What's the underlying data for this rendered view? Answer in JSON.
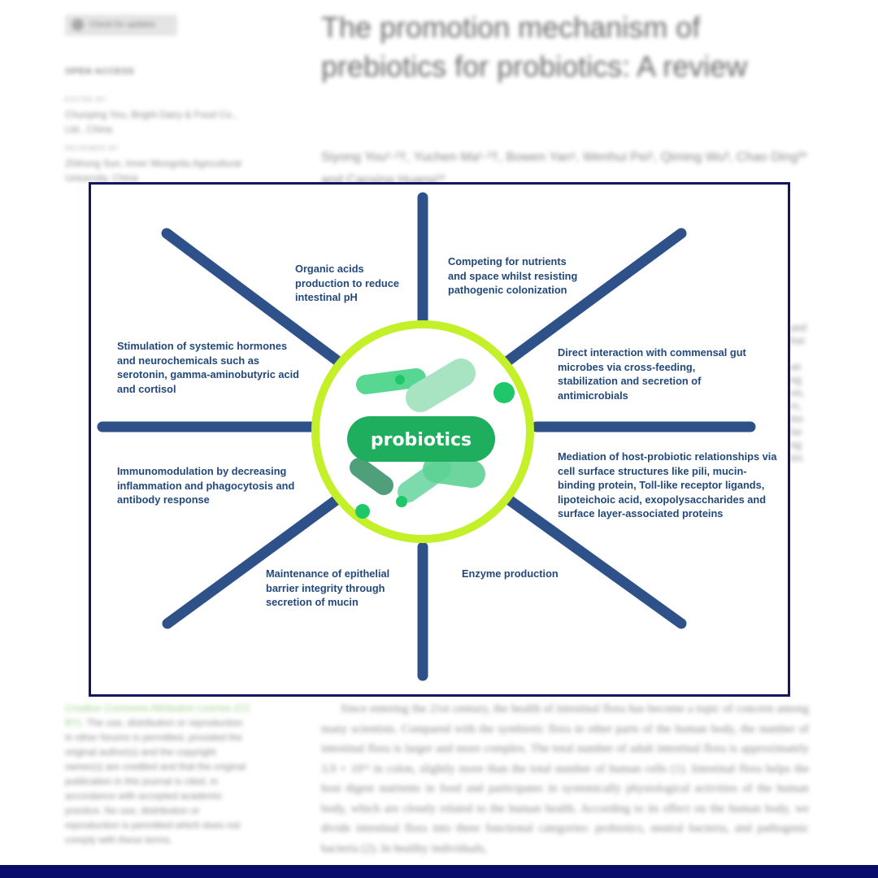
{
  "article": {
    "badge": "Check for updates",
    "open_access": "OPEN ACCESS",
    "title": "The promotion mechanism of prebiotics for probiotics: A review",
    "authors": "Siyong You¹·²†, Yuchen Ma¹·²†, Bowen Yan¹, Wenhui Pei¹, Qiming Wu³, Chao Ding³* and Caoxing Huang¹*",
    "edited_by_label": "EDITED BY",
    "edited_by": "Chunping You, Bright Dairy & Food Co., Ltd., China",
    "reviewed_by_label": "REVIEWED BY",
    "reviewed_by": "Zhihong Sun, Inner Mongolia Agricultural University, China",
    "license_link": "Creative Commons Attribution License (CC BY).",
    "license_text": "The use, distribution or reproduction in other forums is permitted, provided the original author(s) and the copyright owner(s) are credited and that the original publication in this journal is cited, in accordance with accepted academic practice. No use, distribution or reproduction is permitted which does not comply with these terms.",
    "body_text": "Since entering the 21st century, the health of intestinal flora has become a topic of concern among many scientists. Compared with the symbiotic flora in other parts of the human body, the number of intestinal flora is larger and more complex. The total number of adult intestinal flora is approximately 3.9 × 10¹³ in colon, slightly more than the total number of human cells (1). Intestinal flora helps the host digest nutrients in food and participates in systemically physiological activities of the human body, which are closely related to the human health. According to its effect on the human body, we divide intestinal flora into three functional categories: probiotics, neutral bacteria, and pathogenic bacteria (2). In healthy individuals,"
  },
  "figure": {
    "center_label": "probiotics",
    "colors": {
      "spoke": "#2e5189",
      "ring": "#c4f02a",
      "text": "#23497a",
      "pill": "#1fae5e",
      "border": "#13185e"
    },
    "mechanisms": {
      "organic_acids": "Organic  acids production to reduce intestinal pH",
      "competing": "Competing for nutrients and space whilst resisting pathogenic colonization",
      "direct_interaction": "Direct interaction  with  commensal gut  microbes via cross-feeding, stabilization and secretion of antimicrobials",
      "mediation": "Mediation of host-probiotic relationships via cell surface structures like pili, mucin-binding protein, Toll-like receptor ligands, lipoteichoic acid, exopolysaccharides and surface layer-associated proteins",
      "enzyme": "Enzyme production",
      "epithelial": "Maintenance of epithelial barrier integrity through secretion of mucin",
      "immunomodulation": "Immunomodulation by decreasing inflammation and phagocytosis and antibody response",
      "stimulation": "Stimulation of systemic hormones and neurochemicals such as serotonin, gamma-aminobutyric acid and cortisol"
    }
  }
}
